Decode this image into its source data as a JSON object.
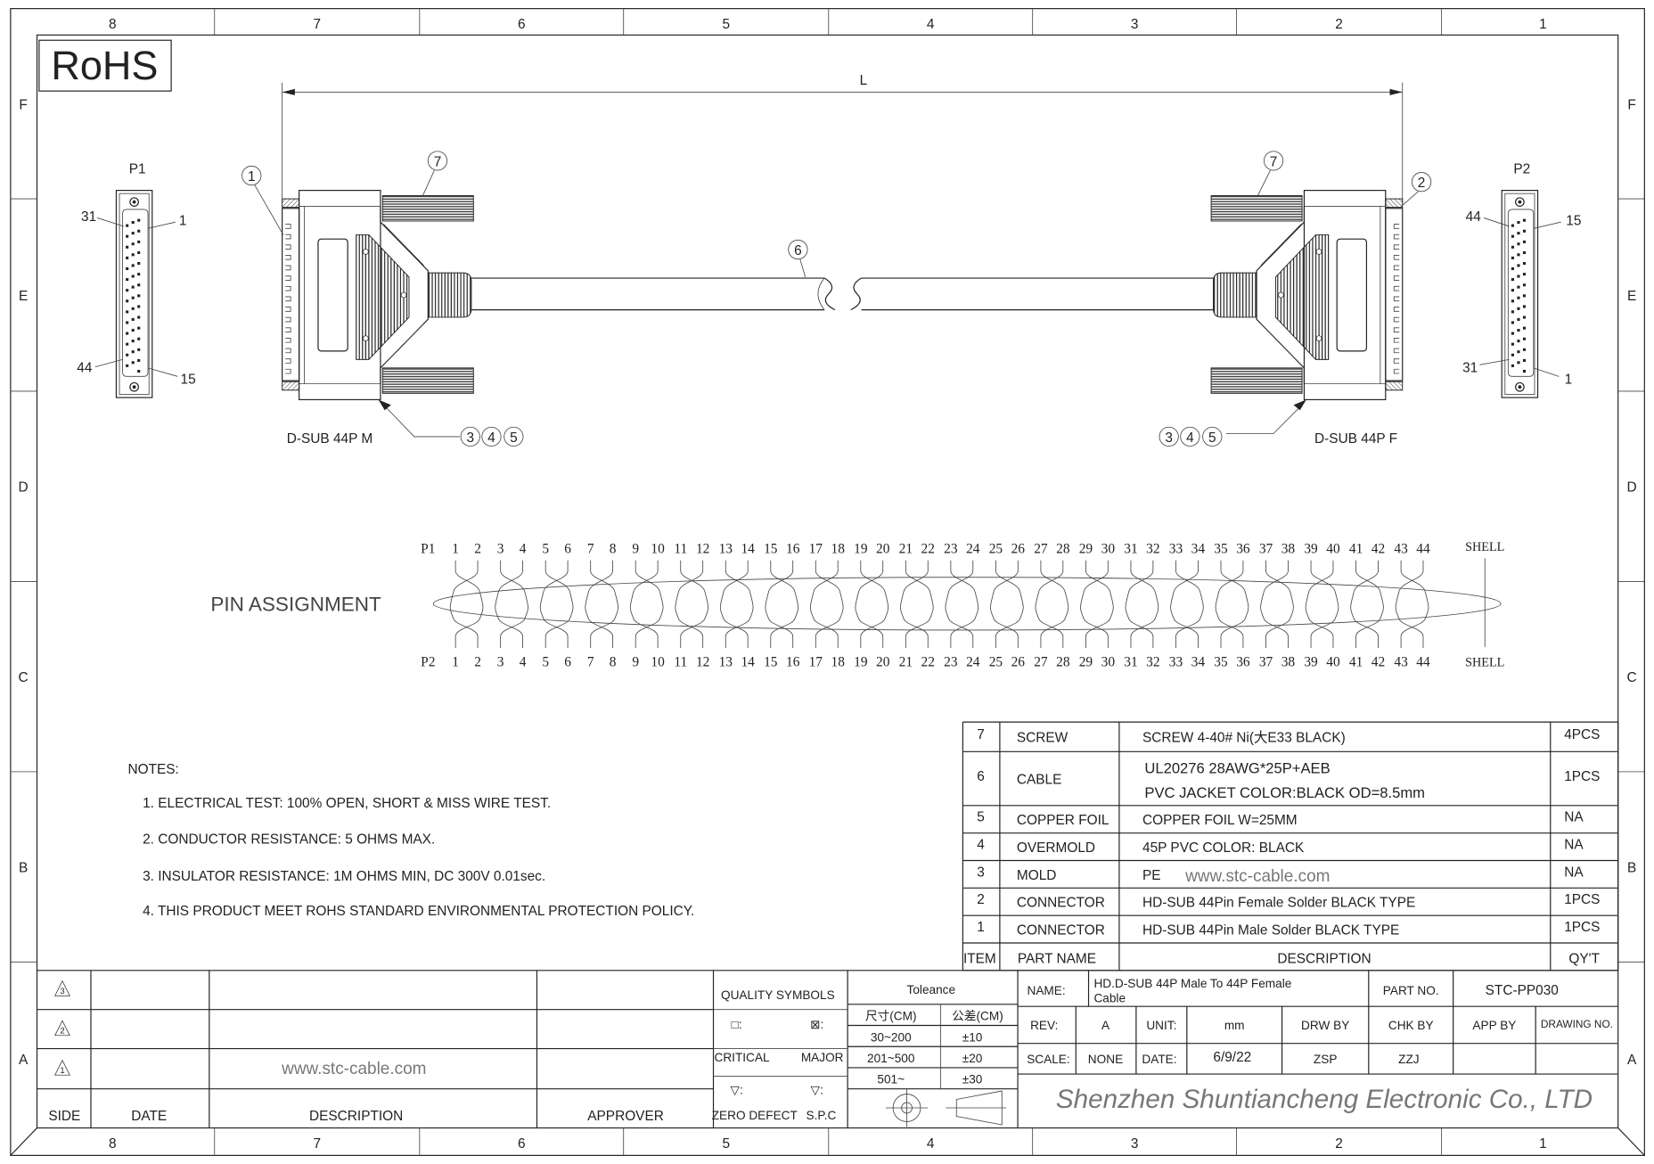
{
  "zones": {
    "columns": [
      "8",
      "7",
      "6",
      "5",
      "4",
      "3",
      "2",
      "1"
    ],
    "rows": [
      "F",
      "E",
      "D",
      "C",
      "B",
      "A"
    ]
  },
  "rohs": "RoHS",
  "dimension_label": "L",
  "p1": {
    "label": "P1",
    "pin_31": "31",
    "pin_1": "1",
    "pin_44": "44",
    "pin_15": "15"
  },
  "p2": {
    "label": "P2",
    "pin_44": "44",
    "pin_15": "15",
    "pin_31": "31",
    "pin_1": "1"
  },
  "callouts": {
    "c1": "1",
    "c2": "2",
    "c6": "6",
    "c7": "7",
    "c3": "3",
    "c4": "4",
    "c5": "5"
  },
  "connector_left_label": "D-SUB 44P M",
  "connector_right_label": "D-SUB 44P F",
  "pin_assignment": {
    "title": "PIN ASSIGNMENT",
    "p1_label": "P1",
    "p2_label": "P2",
    "shell": "SHELL",
    "pins": [
      "1",
      "2",
      "3",
      "4",
      "5",
      "6",
      "7",
      "8",
      "9",
      "10",
      "11",
      "12",
      "13",
      "14",
      "15",
      "16",
      "17",
      "18",
      "19",
      "20",
      "21",
      "22",
      "23",
      "24",
      "25",
      "26",
      "27",
      "28",
      "29",
      "30",
      "31",
      "32",
      "33",
      "34",
      "35",
      "36",
      "37",
      "38",
      "39",
      "40",
      "41",
      "42",
      "43",
      "44"
    ]
  },
  "notes": {
    "title": "NOTES:",
    "items": [
      "1. ELECTRICAL TEST: 100%   OPEN, SHORT & MISS WIRE TEST.",
      "2. CONDUCTOR RESISTANCE: 5 OHMS MAX.",
      "3. INSULATOR RESISTANCE: 1M OHMS MIN, DC 300V 0.01sec.",
      "4. THIS PRODUCT MEET ROHS STANDARD ENVIRONMENTAL PROTECTION POLICY."
    ]
  },
  "bom": {
    "headers": {
      "item": "ITEM",
      "part": "PART NAME",
      "desc": "DESCRIPTION",
      "qty": "QY'T"
    },
    "rows": [
      {
        "item": "7",
        "part": "SCREW",
        "desc": [
          "SCREW 4-40# Ni(大E33 BLACK)"
        ],
        "qty": "4PCS"
      },
      {
        "item": "6",
        "part": "CABLE",
        "desc": [
          "UL20276 28AWG*25P+AEB",
          "PVC JACKET COLOR:BLACK OD=8.5mm"
        ],
        "qty": "1PCS"
      },
      {
        "item": "5",
        "part": "COPPER FOIL",
        "desc": [
          "COPPER FOIL W=25MM"
        ],
        "qty": "NA"
      },
      {
        "item": "4",
        "part": "OVERMOLD",
        "desc": [
          "45P PVC COLOR: BLACK"
        ],
        "qty": "NA"
      },
      {
        "item": "3",
        "part": "MOLD",
        "desc": [
          "PE"
        ],
        "qty": "NA"
      },
      {
        "item": "2",
        "part": "CONNECTOR",
        "desc": [
          "HD-SUB 44Pin Female Solder BLACK TYPE"
        ],
        "qty": "1PCS"
      },
      {
        "item": "1",
        "part": "CONNECTOR",
        "desc": [
          "HD-SUB 44Pin Male Solder BLACK TYPE"
        ],
        "qty": "1PCS"
      }
    ]
  },
  "watermark": "www.stc-cable.com",
  "revision": {
    "marks": [
      "3",
      "2",
      "1"
    ],
    "side": "SIDE",
    "date": "DATE",
    "description": "DESCRIPTION",
    "approver": "APPROVER"
  },
  "quality": {
    "title": "QUALITY SYMBOLS",
    "box": "□:",
    "xbox": "⊠:",
    "critical": "CRITICAL",
    "major": "MAJOR",
    "tri1": "▽:",
    "tri2": "▽:",
    "zero_defect": "ZERO DEFECT",
    "spc": "S.P.C"
  },
  "tolerance": {
    "title": "Toleance",
    "col1": "尺寸(CM)",
    "col2": "公差(CM)",
    "rows": [
      [
        "30~200",
        "±10"
      ],
      [
        "201~500",
        "±20"
      ],
      [
        "501~",
        "±30"
      ]
    ]
  },
  "title_block": {
    "name_label": "NAME:",
    "name_line1": "HD.D-SUB 44P Male To 44P Female",
    "name_line2": "Cable",
    "part_no_label": "PART NO.",
    "part_no": "STC-PP030",
    "rev_label": "REV:",
    "rev": "A",
    "unit_label": "UNIT:",
    "unit": "mm",
    "drw_by_label": "DRW BY",
    "chk_by_label": "CHK BY",
    "app_by_label": "APP BY",
    "drawing_no_label": "DRAWING NO.",
    "scale_label": "SCALE:",
    "scale": "NONE",
    "date_label": "DATE:",
    "date": "6/9/22",
    "drw_by": "ZSP",
    "chk_by": "ZZJ",
    "company": "Shenzhen Shuntiancheng Electronic Co., LTD"
  }
}
